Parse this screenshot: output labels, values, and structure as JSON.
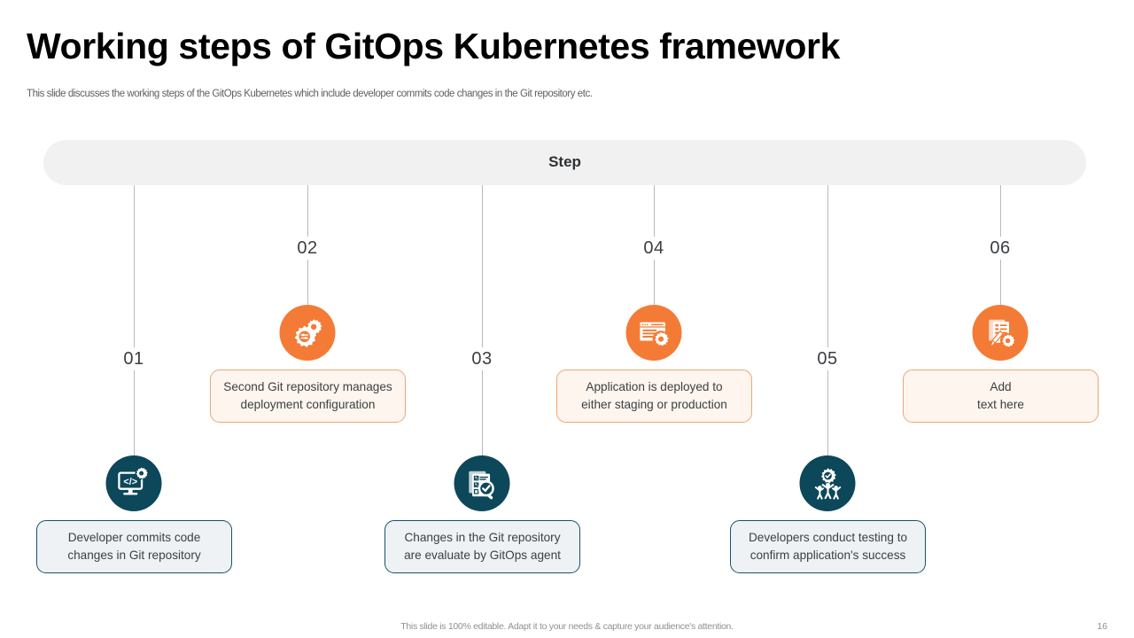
{
  "slide": {
    "title": "Working steps of GitOps Kubernetes framework",
    "subtitle": "This slide discusses the working steps of the GitOps Kubernetes which include developer commits code changes in the Git repository etc."
  },
  "header_bar": {
    "label": "Step"
  },
  "colors": {
    "teal": "#0d475a",
    "orange": "#f47b36",
    "bar_background": "#f1f1f1",
    "teal_box_fill": "#eef2f4",
    "teal_box_border": "#17536a",
    "orange_box_fill": "#fdf5ee",
    "orange_box_border": "#e9a877",
    "rail": "#b9b9bb"
  },
  "steps": [
    {
      "number": "01",
      "icon": "monitor-code-gear-icon",
      "theme": "teal",
      "position": "bottom",
      "text": "Developer commits code\nchanges in Git repository"
    },
    {
      "number": "02",
      "icon": "gears-settings-icon",
      "theme": "orange",
      "position": "top",
      "text": "Second Git repository manages\ndeployment configuration"
    },
    {
      "number": "03",
      "icon": "checklist-magnifier-icon",
      "theme": "teal",
      "position": "bottom",
      "text": "Changes in the Git repository\nare evaluate by GitOps agent"
    },
    {
      "number": "04",
      "icon": "browser-window-gear-icon",
      "theme": "orange",
      "position": "top",
      "text": "Application is deployed to\neither staging or production"
    },
    {
      "number": "05",
      "icon": "people-gear-check-icon",
      "theme": "teal",
      "position": "bottom",
      "text": "Developers conduct testing to\nconfirm application's success"
    },
    {
      "number": "06",
      "icon": "document-pencil-gear-icon",
      "theme": "orange",
      "position": "top",
      "text": "Add\ntext here"
    }
  ],
  "footer": {
    "note": "This slide is 100% editable. Adapt it to your needs & capture your audience's attention.",
    "page_number": "16"
  }
}
